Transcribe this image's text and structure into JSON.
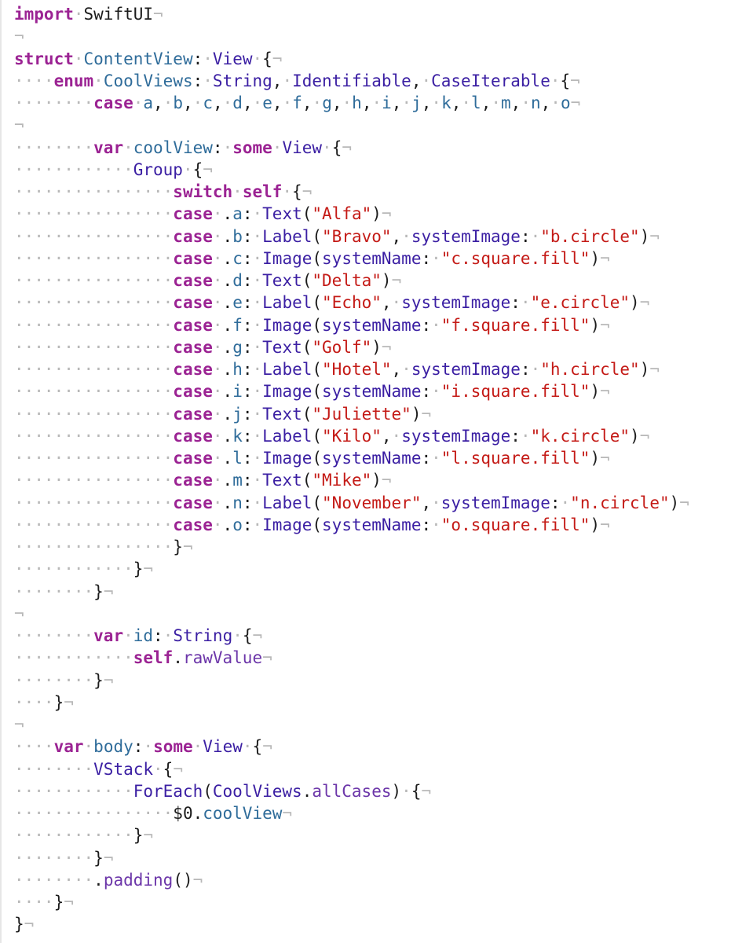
{
  "colors": {
    "keyword": "#9b2393",
    "type": "#3b1fa3",
    "declaration": "#2f6c9a",
    "property": "#6c36a9",
    "string": "#c41a16",
    "plain": "#1c1c1c",
    "invisible": "#b8b8b8",
    "background": "#ffffff"
  },
  "invisibles": {
    "space": "·",
    "newline": "¬"
  },
  "lines": [
    [
      [
        0,
        ""
      ],
      [
        "kw",
        "import"
      ],
      [
        "ws",
        "·"
      ],
      [
        "pl",
        "SwiftUI"
      ],
      [
        "nl",
        "¬"
      ]
    ],
    [
      [
        0,
        ""
      ],
      [
        "nl",
        "¬"
      ]
    ],
    [
      [
        0,
        ""
      ],
      [
        "kw",
        "struct"
      ],
      [
        "ws",
        "·"
      ],
      [
        "dt",
        "ContentView"
      ],
      [
        "pl",
        ":"
      ],
      [
        "ws",
        "·"
      ],
      [
        "ty",
        "View"
      ],
      [
        "ws",
        "·"
      ],
      [
        "pl",
        "{"
      ],
      [
        "nl",
        "¬"
      ]
    ],
    [
      [
        4,
        ""
      ],
      [
        "kw",
        "enum"
      ],
      [
        "ws",
        "·"
      ],
      [
        "dt",
        "CoolViews"
      ],
      [
        "pl",
        ":"
      ],
      [
        "ws",
        "·"
      ],
      [
        "ty",
        "String"
      ],
      [
        "pl",
        ","
      ],
      [
        "ws",
        "·"
      ],
      [
        "ty",
        "Identifiable"
      ],
      [
        "pl",
        ","
      ],
      [
        "ws",
        "·"
      ],
      [
        "ty",
        "CaseIterable"
      ],
      [
        "ws",
        "·"
      ],
      [
        "pl",
        "{"
      ],
      [
        "nl",
        "¬"
      ]
    ],
    [
      [
        8,
        ""
      ],
      [
        "kw",
        "case"
      ],
      [
        "ws",
        "·"
      ],
      [
        "dt",
        "a"
      ],
      [
        "pl",
        ","
      ],
      [
        "ws",
        "·"
      ],
      [
        "dt",
        "b"
      ],
      [
        "pl",
        ","
      ],
      [
        "ws",
        "·"
      ],
      [
        "dt",
        "c"
      ],
      [
        "pl",
        ","
      ],
      [
        "ws",
        "·"
      ],
      [
        "dt",
        "d"
      ],
      [
        "pl",
        ","
      ],
      [
        "ws",
        "·"
      ],
      [
        "dt",
        "e"
      ],
      [
        "pl",
        ","
      ],
      [
        "ws",
        "·"
      ],
      [
        "dt",
        "f"
      ],
      [
        "pl",
        ","
      ],
      [
        "ws",
        "·"
      ],
      [
        "dt",
        "g"
      ],
      [
        "pl",
        ","
      ],
      [
        "ws",
        "·"
      ],
      [
        "dt",
        "h"
      ],
      [
        "pl",
        ","
      ],
      [
        "ws",
        "·"
      ],
      [
        "dt",
        "i"
      ],
      [
        "pl",
        ","
      ],
      [
        "ws",
        "·"
      ],
      [
        "dt",
        "j"
      ],
      [
        "pl",
        ","
      ],
      [
        "ws",
        "·"
      ],
      [
        "dt",
        "k"
      ],
      [
        "pl",
        ","
      ],
      [
        "ws",
        "·"
      ],
      [
        "dt",
        "l"
      ],
      [
        "pl",
        ","
      ],
      [
        "ws",
        "·"
      ],
      [
        "dt",
        "m"
      ],
      [
        "pl",
        ","
      ],
      [
        "ws",
        "·"
      ],
      [
        "dt",
        "n"
      ],
      [
        "pl",
        ","
      ],
      [
        "ws",
        "·"
      ],
      [
        "dt",
        "o"
      ],
      [
        "nl",
        "¬"
      ]
    ],
    [
      [
        0,
        ""
      ],
      [
        "nl",
        "¬"
      ]
    ],
    [
      [
        8,
        ""
      ],
      [
        "kw",
        "var"
      ],
      [
        "ws",
        "·"
      ],
      [
        "dt",
        "coolView"
      ],
      [
        "pl",
        ":"
      ],
      [
        "ws",
        "·"
      ],
      [
        "kw",
        "some"
      ],
      [
        "ws",
        "·"
      ],
      [
        "ty",
        "View"
      ],
      [
        "ws",
        "·"
      ],
      [
        "pl",
        "{"
      ],
      [
        "nl",
        "¬"
      ]
    ],
    [
      [
        12,
        ""
      ],
      [
        "ty",
        "Group"
      ],
      [
        "ws",
        "·"
      ],
      [
        "pl",
        "{"
      ],
      [
        "nl",
        "¬"
      ]
    ],
    [
      [
        16,
        ""
      ],
      [
        "kw",
        "switch"
      ],
      [
        "ws",
        "·"
      ],
      [
        "kw",
        "self"
      ],
      [
        "ws",
        "·"
      ],
      [
        "pl",
        "{"
      ],
      [
        "nl",
        "¬"
      ]
    ],
    [
      [
        16,
        ""
      ],
      [
        "kw",
        "case"
      ],
      [
        "ws",
        "·"
      ],
      [
        "pl",
        "."
      ],
      [
        "dt",
        "a"
      ],
      [
        "pl",
        ":"
      ],
      [
        "ws",
        "·"
      ],
      [
        "ty",
        "Text"
      ],
      [
        "pl",
        "("
      ],
      [
        "st",
        "\"Alfa\""
      ],
      [
        "pl",
        ")"
      ],
      [
        "nl",
        "¬"
      ]
    ],
    [
      [
        16,
        ""
      ],
      [
        "kw",
        "case"
      ],
      [
        "ws",
        "·"
      ],
      [
        "pl",
        "."
      ],
      [
        "dt",
        "b"
      ],
      [
        "pl",
        ":"
      ],
      [
        "ws",
        "·"
      ],
      [
        "ty",
        "Label"
      ],
      [
        "pl",
        "("
      ],
      [
        "st",
        "\"Bravo\""
      ],
      [
        "pl",
        ","
      ],
      [
        "ws",
        "·"
      ],
      [
        "ty",
        "systemImage"
      ],
      [
        "pl",
        ":"
      ],
      [
        "ws",
        "·"
      ],
      [
        "st",
        "\"b.circle\""
      ],
      [
        "pl",
        ")"
      ],
      [
        "nl",
        "¬"
      ]
    ],
    [
      [
        16,
        ""
      ],
      [
        "kw",
        "case"
      ],
      [
        "ws",
        "·"
      ],
      [
        "pl",
        "."
      ],
      [
        "dt",
        "c"
      ],
      [
        "pl",
        ":"
      ],
      [
        "ws",
        "·"
      ],
      [
        "ty",
        "Image"
      ],
      [
        "pl",
        "("
      ],
      [
        "ty",
        "systemName"
      ],
      [
        "pl",
        ":"
      ],
      [
        "ws",
        "·"
      ],
      [
        "st",
        "\"c.square.fill\""
      ],
      [
        "pl",
        ")"
      ],
      [
        "nl",
        "¬"
      ]
    ],
    [
      [
        16,
        ""
      ],
      [
        "kw",
        "case"
      ],
      [
        "ws",
        "·"
      ],
      [
        "pl",
        "."
      ],
      [
        "dt",
        "d"
      ],
      [
        "pl",
        ":"
      ],
      [
        "ws",
        "·"
      ],
      [
        "ty",
        "Text"
      ],
      [
        "pl",
        "("
      ],
      [
        "st",
        "\"Delta\""
      ],
      [
        "pl",
        ")"
      ],
      [
        "nl",
        "¬"
      ]
    ],
    [
      [
        16,
        ""
      ],
      [
        "kw",
        "case"
      ],
      [
        "ws",
        "·"
      ],
      [
        "pl",
        "."
      ],
      [
        "dt",
        "e"
      ],
      [
        "pl",
        ":"
      ],
      [
        "ws",
        "·"
      ],
      [
        "ty",
        "Label"
      ],
      [
        "pl",
        "("
      ],
      [
        "st",
        "\"Echo\""
      ],
      [
        "pl",
        ","
      ],
      [
        "ws",
        "·"
      ],
      [
        "ty",
        "systemImage"
      ],
      [
        "pl",
        ":"
      ],
      [
        "ws",
        "·"
      ],
      [
        "st",
        "\"e.circle\""
      ],
      [
        "pl",
        ")"
      ],
      [
        "nl",
        "¬"
      ]
    ],
    [
      [
        16,
        ""
      ],
      [
        "kw",
        "case"
      ],
      [
        "ws",
        "·"
      ],
      [
        "pl",
        "."
      ],
      [
        "dt",
        "f"
      ],
      [
        "pl",
        ":"
      ],
      [
        "ws",
        "·"
      ],
      [
        "ty",
        "Image"
      ],
      [
        "pl",
        "("
      ],
      [
        "ty",
        "systemName"
      ],
      [
        "pl",
        ":"
      ],
      [
        "ws",
        "·"
      ],
      [
        "st",
        "\"f.square.fill\""
      ],
      [
        "pl",
        ")"
      ],
      [
        "nl",
        "¬"
      ]
    ],
    [
      [
        16,
        ""
      ],
      [
        "kw",
        "case"
      ],
      [
        "ws",
        "·"
      ],
      [
        "pl",
        "."
      ],
      [
        "dt",
        "g"
      ],
      [
        "pl",
        ":"
      ],
      [
        "ws",
        "·"
      ],
      [
        "ty",
        "Text"
      ],
      [
        "pl",
        "("
      ],
      [
        "st",
        "\"Golf\""
      ],
      [
        "pl",
        ")"
      ],
      [
        "nl",
        "¬"
      ]
    ],
    [
      [
        16,
        ""
      ],
      [
        "kw",
        "case"
      ],
      [
        "ws",
        "·"
      ],
      [
        "pl",
        "."
      ],
      [
        "dt",
        "h"
      ],
      [
        "pl",
        ":"
      ],
      [
        "ws",
        "·"
      ],
      [
        "ty",
        "Label"
      ],
      [
        "pl",
        "("
      ],
      [
        "st",
        "\"Hotel\""
      ],
      [
        "pl",
        ","
      ],
      [
        "ws",
        "·"
      ],
      [
        "ty",
        "systemImage"
      ],
      [
        "pl",
        ":"
      ],
      [
        "ws",
        "·"
      ],
      [
        "st",
        "\"h.circle\""
      ],
      [
        "pl",
        ")"
      ],
      [
        "nl",
        "¬"
      ]
    ],
    [
      [
        16,
        ""
      ],
      [
        "kw",
        "case"
      ],
      [
        "ws",
        "·"
      ],
      [
        "pl",
        "."
      ],
      [
        "dt",
        "i"
      ],
      [
        "pl",
        ":"
      ],
      [
        "ws",
        "·"
      ],
      [
        "ty",
        "Image"
      ],
      [
        "pl",
        "("
      ],
      [
        "ty",
        "systemName"
      ],
      [
        "pl",
        ":"
      ],
      [
        "ws",
        "·"
      ],
      [
        "st",
        "\"i.square.fill\""
      ],
      [
        "pl",
        ")"
      ],
      [
        "nl",
        "¬"
      ]
    ],
    [
      [
        16,
        ""
      ],
      [
        "kw",
        "case"
      ],
      [
        "ws",
        "·"
      ],
      [
        "pl",
        "."
      ],
      [
        "dt",
        "j"
      ],
      [
        "pl",
        ":"
      ],
      [
        "ws",
        "·"
      ],
      [
        "ty",
        "Text"
      ],
      [
        "pl",
        "("
      ],
      [
        "st",
        "\"Juliette\""
      ],
      [
        "pl",
        ")"
      ],
      [
        "nl",
        "¬"
      ]
    ],
    [
      [
        16,
        ""
      ],
      [
        "kw",
        "case"
      ],
      [
        "ws",
        "·"
      ],
      [
        "pl",
        "."
      ],
      [
        "dt",
        "k"
      ],
      [
        "pl",
        ":"
      ],
      [
        "ws",
        "·"
      ],
      [
        "ty",
        "Label"
      ],
      [
        "pl",
        "("
      ],
      [
        "st",
        "\"Kilo\""
      ],
      [
        "pl",
        ","
      ],
      [
        "ws",
        "·"
      ],
      [
        "ty",
        "systemImage"
      ],
      [
        "pl",
        ":"
      ],
      [
        "ws",
        "·"
      ],
      [
        "st",
        "\"k.circle\""
      ],
      [
        "pl",
        ")"
      ],
      [
        "nl",
        "¬"
      ]
    ],
    [
      [
        16,
        ""
      ],
      [
        "kw",
        "case"
      ],
      [
        "ws",
        "·"
      ],
      [
        "pl",
        "."
      ],
      [
        "dt",
        "l"
      ],
      [
        "pl",
        ":"
      ],
      [
        "ws",
        "·"
      ],
      [
        "ty",
        "Image"
      ],
      [
        "pl",
        "("
      ],
      [
        "ty",
        "systemName"
      ],
      [
        "pl",
        ":"
      ],
      [
        "ws",
        "·"
      ],
      [
        "st",
        "\"l.square.fill\""
      ],
      [
        "pl",
        ")"
      ],
      [
        "nl",
        "¬"
      ]
    ],
    [
      [
        16,
        ""
      ],
      [
        "kw",
        "case"
      ],
      [
        "ws",
        "·"
      ],
      [
        "pl",
        "."
      ],
      [
        "dt",
        "m"
      ],
      [
        "pl",
        ":"
      ],
      [
        "ws",
        "·"
      ],
      [
        "ty",
        "Text"
      ],
      [
        "pl",
        "("
      ],
      [
        "st",
        "\"Mike\""
      ],
      [
        "pl",
        ")"
      ],
      [
        "nl",
        "¬"
      ]
    ],
    [
      [
        16,
        ""
      ],
      [
        "kw",
        "case"
      ],
      [
        "ws",
        "·"
      ],
      [
        "pl",
        "."
      ],
      [
        "dt",
        "n"
      ],
      [
        "pl",
        ":"
      ],
      [
        "ws",
        "·"
      ],
      [
        "ty",
        "Label"
      ],
      [
        "pl",
        "("
      ],
      [
        "st",
        "\"November\""
      ],
      [
        "pl",
        ","
      ],
      [
        "ws",
        "·"
      ],
      [
        "ty",
        "systemImage"
      ],
      [
        "pl",
        ":"
      ],
      [
        "ws",
        "·"
      ],
      [
        "st",
        "\"n.circle\""
      ],
      [
        "pl",
        ")"
      ],
      [
        "nl",
        "¬"
      ]
    ],
    [
      [
        16,
        ""
      ],
      [
        "kw",
        "case"
      ],
      [
        "ws",
        "·"
      ],
      [
        "pl",
        "."
      ],
      [
        "dt",
        "o"
      ],
      [
        "pl",
        ":"
      ],
      [
        "ws",
        "·"
      ],
      [
        "ty",
        "Image"
      ],
      [
        "pl",
        "("
      ],
      [
        "ty",
        "systemName"
      ],
      [
        "pl",
        ":"
      ],
      [
        "ws",
        "·"
      ],
      [
        "st",
        "\"o.square.fill\""
      ],
      [
        "pl",
        ")"
      ],
      [
        "nl",
        "¬"
      ]
    ],
    [
      [
        16,
        ""
      ],
      [
        "pl",
        "}"
      ],
      [
        "nl",
        "¬"
      ]
    ],
    [
      [
        12,
        ""
      ],
      [
        "pl",
        "}"
      ],
      [
        "nl",
        "¬"
      ]
    ],
    [
      [
        8,
        ""
      ],
      [
        "pl",
        "}"
      ],
      [
        "nl",
        "¬"
      ]
    ],
    [
      [
        0,
        ""
      ],
      [
        "nl",
        "¬"
      ]
    ],
    [
      [
        8,
        ""
      ],
      [
        "kw",
        "var"
      ],
      [
        "ws",
        "·"
      ],
      [
        "dt",
        "id"
      ],
      [
        "pl",
        ":"
      ],
      [
        "ws",
        "·"
      ],
      [
        "ty",
        "String"
      ],
      [
        "ws",
        "·"
      ],
      [
        "pl",
        "{"
      ],
      [
        "nl",
        "¬"
      ]
    ],
    [
      [
        12,
        ""
      ],
      [
        "kw",
        "self"
      ],
      [
        "pl",
        "."
      ],
      [
        "pr",
        "rawValue"
      ],
      [
        "nl",
        "¬"
      ]
    ],
    [
      [
        8,
        ""
      ],
      [
        "pl",
        "}"
      ],
      [
        "nl",
        "¬"
      ]
    ],
    [
      [
        4,
        ""
      ],
      [
        "pl",
        "}"
      ],
      [
        "nl",
        "¬"
      ]
    ],
    [
      [
        0,
        ""
      ],
      [
        "nl",
        "¬"
      ]
    ],
    [
      [
        4,
        ""
      ],
      [
        "kw",
        "var"
      ],
      [
        "ws",
        "·"
      ],
      [
        "dt",
        "body"
      ],
      [
        "pl",
        ":"
      ],
      [
        "ws",
        "·"
      ],
      [
        "kw",
        "some"
      ],
      [
        "ws",
        "·"
      ],
      [
        "ty",
        "View"
      ],
      [
        "ws",
        "·"
      ],
      [
        "pl",
        "{"
      ],
      [
        "nl",
        "¬"
      ]
    ],
    [
      [
        8,
        ""
      ],
      [
        "ty",
        "VStack"
      ],
      [
        "ws",
        "·"
      ],
      [
        "pl",
        "{"
      ],
      [
        "nl",
        "¬"
      ]
    ],
    [
      [
        12,
        ""
      ],
      [
        "ty",
        "ForEach"
      ],
      [
        "pl",
        "("
      ],
      [
        "ty",
        "CoolViews"
      ],
      [
        "pl",
        "."
      ],
      [
        "pr",
        "allCases"
      ],
      [
        "pl",
        ")"
      ],
      [
        "ws",
        "·"
      ],
      [
        "pl",
        "{"
      ],
      [
        "nl",
        "¬"
      ]
    ],
    [
      [
        16,
        ""
      ],
      [
        "pl",
        "$0."
      ],
      [
        "dt",
        "coolView"
      ],
      [
        "nl",
        "¬"
      ]
    ],
    [
      [
        12,
        ""
      ],
      [
        "pl",
        "}"
      ],
      [
        "nl",
        "¬"
      ]
    ],
    [
      [
        8,
        ""
      ],
      [
        "pl",
        "}"
      ],
      [
        "nl",
        "¬"
      ]
    ],
    [
      [
        8,
        ""
      ],
      [
        "pl",
        "."
      ],
      [
        "pr",
        "padding"
      ],
      [
        "pl",
        "()"
      ],
      [
        "nl",
        "¬"
      ]
    ],
    [
      [
        4,
        ""
      ],
      [
        "pl",
        "}"
      ],
      [
        "nl",
        "¬"
      ]
    ],
    [
      [
        0,
        ""
      ],
      [
        "pl",
        "}"
      ],
      [
        "nl",
        "¬"
      ]
    ]
  ]
}
